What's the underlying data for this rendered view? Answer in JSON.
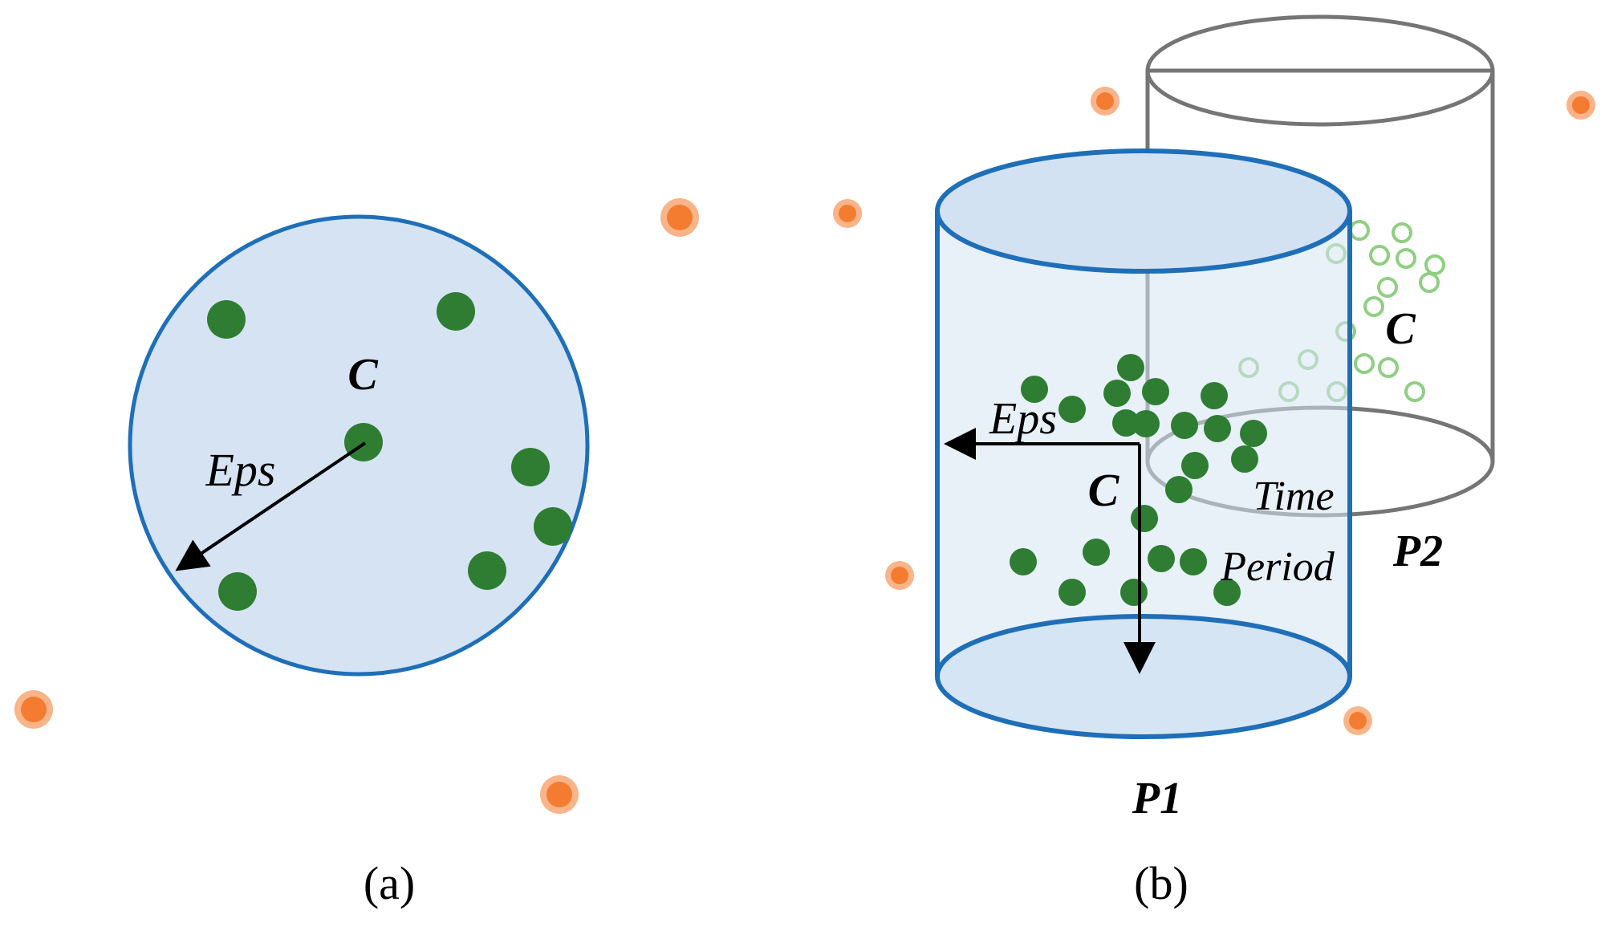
{
  "panel_a": {
    "center_label": "C",
    "radius_label": "Eps",
    "caption": "(a)"
  },
  "panel_b": {
    "radius_label": "Eps",
    "center_label": "C",
    "time_label_line1": "Time",
    "time_label_line2": "Period",
    "cylinder_front_label": "P1",
    "cylinder_back_label": "P2",
    "back_cluster_label": "C",
    "caption": "(b)"
  },
  "colors": {
    "cluster_point": "#2e7d32",
    "noise_point": "#f47c30",
    "noise_halo": "#f9b48a",
    "region_fill": "#d6e3f3",
    "region_stroke": "#1f6fb8",
    "back_cylinder_stroke": "#757575",
    "back_cluster_ring": "#8fcf82"
  }
}
